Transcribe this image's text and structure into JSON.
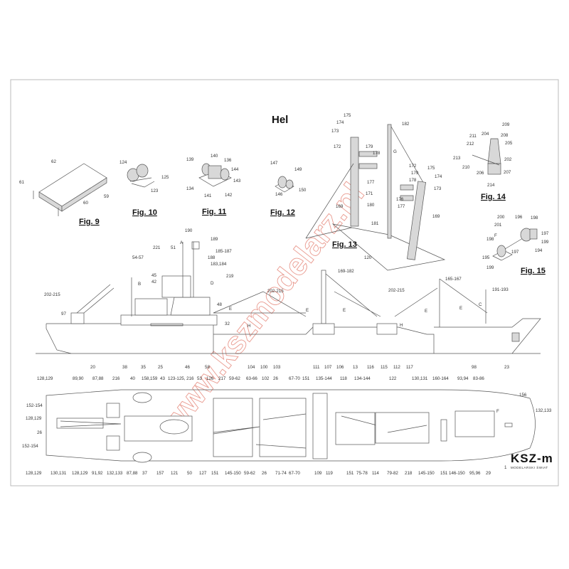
{
  "title": "Hel",
  "figures": [
    "Fig. 9",
    "Fig. 10",
    "Fig. 11",
    "Fig. 12",
    "Fig. 13",
    "Fig. 14",
    "Fig. 15"
  ],
  "watermark": "www.kszmodelarz.pl",
  "logo": {
    "name": "KSZ-m",
    "subtitle": "MODELARSKI ŚWIAT"
  },
  "detail_callouts": [
    "62",
    "61",
    "59",
    "60",
    "124",
    "125",
    "123",
    "139",
    "140",
    "136",
    "144",
    "143",
    "134",
    "141",
    "142",
    "147",
    "149",
    "146",
    "150",
    "175",
    "174",
    "173",
    "172",
    "179",
    "178",
    "177",
    "171",
    "169",
    "180",
    "181",
    "120",
    "182",
    "G",
    "172",
    "175",
    "179",
    "174",
    "178",
    "173",
    "176",
    "177",
    "169",
    "211",
    "204",
    "209",
    "208",
    "205",
    "212",
    "213",
    "210",
    "202",
    "206",
    "207",
    "214",
    "200",
    "196",
    "198",
    "201",
    "197",
    "F",
    "199",
    "198",
    "194",
    "195",
    "197",
    "199"
  ],
  "side_callouts": [
    "190",
    "189",
    "185-187",
    "188",
    "183,184",
    "221",
    "51",
    "A",
    "54-57",
    "45",
    "42",
    "B",
    "202-215",
    "97",
    "D",
    "219",
    "48",
    "E",
    "32",
    "H",
    "202-215",
    "169-182",
    "E",
    "E",
    "202-215",
    "165-167",
    "E",
    "E",
    "191-193",
    "C",
    "H",
    "20",
    "38",
    "35",
    "25",
    "46",
    "58",
    "104",
    "100",
    "103",
    "111",
    "107",
    "106",
    "13",
    "116",
    "115",
    "112",
    "117",
    "98",
    "23"
  ],
  "plan_callouts": [
    "128,129",
    "89,90",
    "87,88",
    "216",
    "40",
    "158,159",
    "43",
    "123-125, 216",
    "53",
    "126",
    "217",
    "59-62",
    "63-66",
    "102",
    "26",
    "67-70",
    "151",
    "135-144",
    "118",
    "134-144",
    "122",
    "130,131",
    "160-164",
    "93,94",
    "83-86",
    "156",
    "132,133",
    "F",
    "152-154",
    "128,129",
    "26",
    "152-154",
    "128,129",
    "130,131",
    "128,129",
    "91,92",
    "132,133",
    "87,88",
    "37",
    "157",
    "121",
    "50",
    "127",
    "151",
    "145-150",
    "59-62",
    "26",
    "71-74",
    "67-70",
    "109",
    "119",
    "151",
    "75-78",
    "114",
    "79-82",
    "218",
    "145-150",
    "151",
    "146-150",
    "95,96",
    "29",
    "1"
  ]
}
